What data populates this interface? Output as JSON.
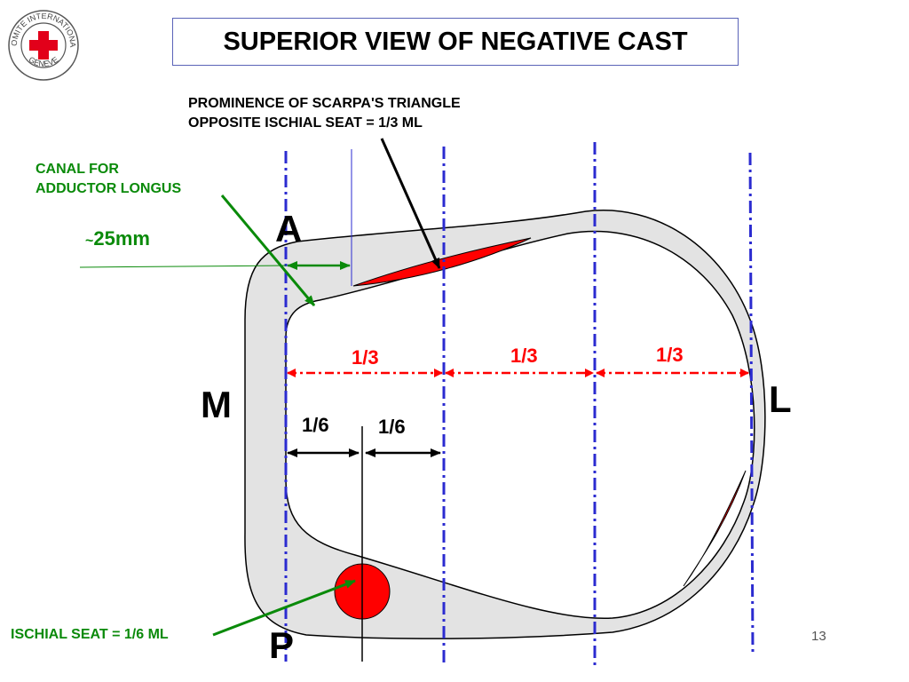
{
  "slide": {
    "title": "SUPERIOR VIEW OF NEGATIVE CAST",
    "page_number": "13"
  },
  "logo": {
    "text_top": "COMITE INTERNATIONAL",
    "text_bottom": "GENEVE",
    "cross_color": "#e2001a"
  },
  "labels": {
    "anterior": "A",
    "posterior": "P",
    "medial": "M",
    "lateral": "L",
    "scarpa_line1": "PROMINENCE OF SCARPA'S TRIANGLE",
    "scarpa_line2": "OPPOSITE ISCHIAL SEAT = 1/3 ML",
    "canal_line1": "CANAL FOR",
    "canal_line2": "ADDUCTOR LONGUS",
    "distance_tilde": "~",
    "distance_value": "25mm",
    "third_1": "1/3",
    "third_2": "1/3",
    "third_3": "1/3",
    "sixth_1": "1/6",
    "sixth_2": "1/6",
    "ischial_seat": "ISCHIAL SEAT = 1/6 ML"
  },
  "colors": {
    "cast_fill": "#e3e3e3",
    "guide_lines": "#2b2bd0",
    "measure_red": "#ff0000",
    "annotation_green": "#0a8a0a"
  }
}
